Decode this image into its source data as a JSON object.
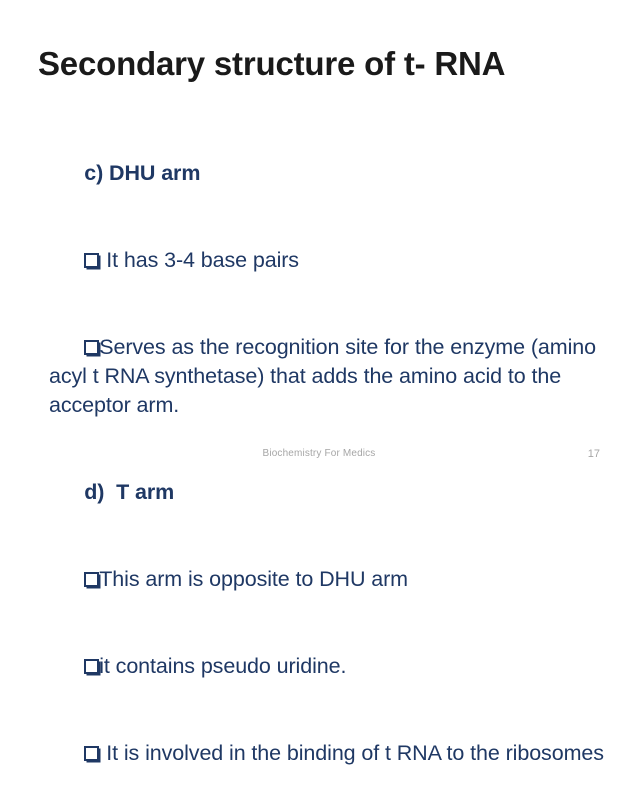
{
  "slide": {
    "title": "Secondary structure of t- RNA",
    "title_color": "#1a1a1a",
    "body_color": "#1F3864",
    "background": "#ffffff",
    "content": [
      {
        "id": "c-dhu-arm-heading",
        "kind": "heading",
        "bullet": "none",
        "text": "c) DHU arm"
      },
      {
        "id": "dhu-base-pairs",
        "kind": "bullet",
        "bullet": "hollow-square",
        "bullet_spacing": "spaced",
        "text": "It has 3-4 base pairs"
      },
      {
        "id": "dhu-recognition-site",
        "kind": "bullet",
        "bullet": "hollow-square",
        "bullet_spacing": "tight",
        "text": "Serves as the recognition site for the enzyme (amino acyl t RNA synthetase) that adds the amino acid to the acceptor arm."
      },
      {
        "id": "d-t-arm-heading",
        "kind": "heading",
        "bullet": "none",
        "text": "d)  T arm"
      },
      {
        "id": "t-arm-opposite",
        "kind": "bullet",
        "bullet": "hollow-square",
        "bullet_spacing": "tight",
        "text": "This arm is opposite to DHU arm"
      },
      {
        "id": "t-arm-pseudo-uridine",
        "kind": "bullet",
        "bullet": "hollow-square",
        "bullet_spacing": "tight",
        "text": "it contains pseudo uridine."
      },
      {
        "id": "t-arm-ribosome-binding",
        "kind": "bullet",
        "bullet": "hollow-square",
        "bullet_spacing": "spaced",
        "text": "It is involved in the binding of t RNA to the ribosomes"
      }
    ]
  },
  "footer": {
    "text": "Biochemistry For Medics",
    "page_number": "17",
    "color": "#A6A6A6"
  }
}
